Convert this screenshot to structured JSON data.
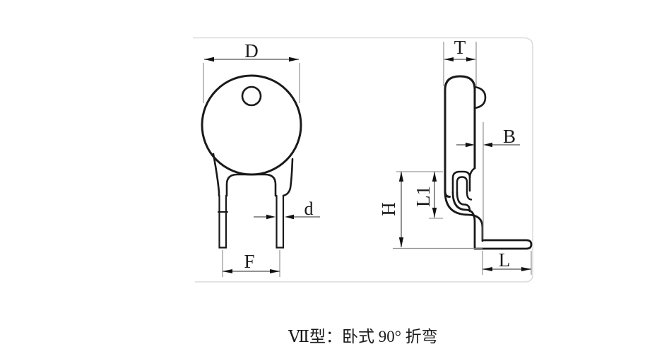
{
  "caption": "Ⅶ型：卧式 90° 折弯",
  "labels": {
    "D": "D",
    "d": "d",
    "F": "F",
    "T": "T",
    "B": "B",
    "H": "H",
    "L1": "L1",
    "L": "L"
  },
  "colors": {
    "background": "#ffffff",
    "outline": "#1a1a1a",
    "dim_line": "#6e6e6e",
    "ext_line": "#9b9b9b",
    "arrow": "#111111",
    "faint_border": "#dcdcdc",
    "text": "#1a1a1a"
  }
}
